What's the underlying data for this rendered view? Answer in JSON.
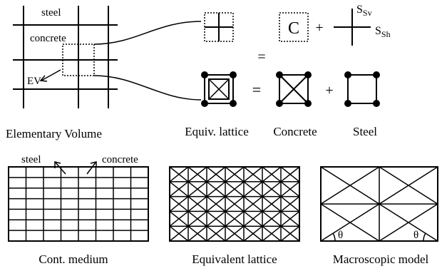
{
  "top_left": {
    "steel_label": "steel",
    "concrete_label": "concrete",
    "ev_label": "EV",
    "caption": "Elementary Volume"
  },
  "decomposition": {
    "concrete_box_letter": "C",
    "plus": "+",
    "equals": "=",
    "sv_label": "Sv",
    "sh_label": "Sh",
    "captions": {
      "equiv_lattice": "Equiv. lattice",
      "concrete": "Concrete",
      "steel": "Steel"
    }
  },
  "bottom": {
    "cont_medium": {
      "steel_label": "steel",
      "concrete_label": "concrete",
      "caption": "Cont. medium"
    },
    "equivalent_lattice": {
      "caption": "Equivalent lattice"
    },
    "macroscopic_model": {
      "theta_left": "θ",
      "theta_right": "θ",
      "caption": "Macroscopic model"
    }
  }
}
